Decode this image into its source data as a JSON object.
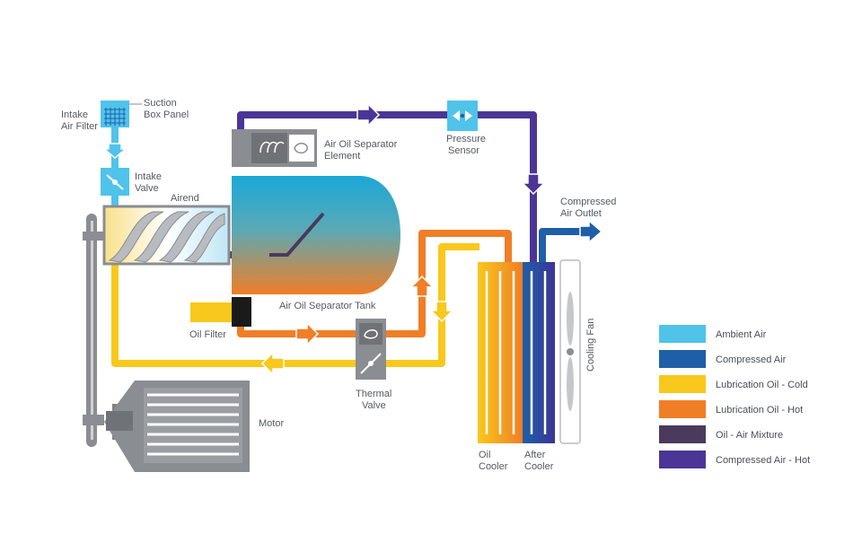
{
  "labels": {
    "suction_box_panel": [
      "Suction",
      "Box Panel"
    ],
    "intake_air_filter": [
      "Intake",
      "Air Filter"
    ],
    "intake_valve": [
      "Intake",
      "Valve"
    ],
    "airend": "Airend",
    "separator_element": [
      "Air Oil Separator",
      "Element"
    ],
    "pressure_sensor": [
      "Pressure",
      "Sensor"
    ],
    "compressed_air_outlet": [
      "Compressed",
      "Air Outlet"
    ],
    "separator_tank": "Air Oil Separator Tank",
    "oil_filter": "Oil Filter",
    "thermal_valve": [
      "Thermal",
      "Valve"
    ],
    "motor": "Motor",
    "oil_cooler": [
      "Oil",
      "Cooler"
    ],
    "after_cooler": [
      "After",
      "Cooler"
    ],
    "cooling_fan": "Cooling Fan"
  },
  "legend": [
    {
      "label": "Ambient Air",
      "color": "#4fc3ea"
    },
    {
      "label": "Compressed Air",
      "color": "#1f5fa8"
    },
    {
      "label": "Lubrication Oil - Cold",
      "color": "#f8c81c"
    },
    {
      "label": "Lubrication Oil - Hot",
      "color": "#f07e26"
    },
    {
      "label": "Oil - Air Mixture",
      "color": "#4a3a5c"
    },
    {
      "label": "Compressed Air - Hot",
      "color": "#4b3596"
    }
  ],
  "colors": {
    "ambient_air": "#4fc3ea",
    "compressed_air": "#1f5fa8",
    "oil_cold": "#f8c81c",
    "oil_hot": "#f07e26",
    "oil_air_mix": "#4a3a5c",
    "compressed_air_hot": "#4b3596",
    "machinery_gray": "#8a8d91"
  }
}
